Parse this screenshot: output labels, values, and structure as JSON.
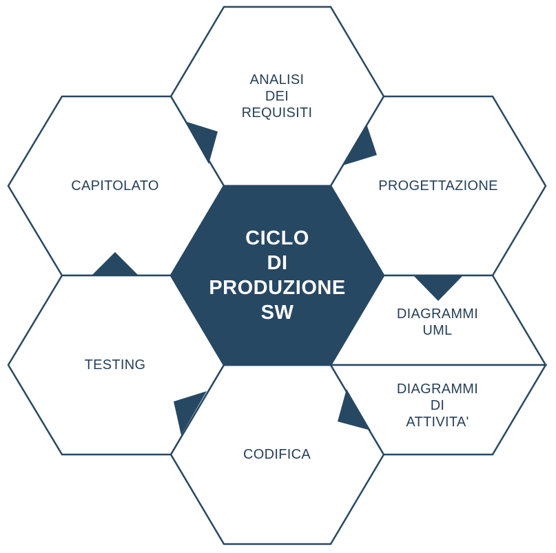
{
  "colors": {
    "accent": "#264863",
    "text": "#26405a",
    "background": "#ffffff"
  },
  "center": {
    "label": "CICLO\nDI\nPRODUZIONE\nSW"
  },
  "hexagons": {
    "analisi": "ANALISI\nDEI\nREQUISITI",
    "capitolato": "CAPITOLATO",
    "progettazione": "PROGETTAZIONE",
    "uml": "DIAGRAMMI\nUML",
    "attivita": "DIAGRAMMI\nDI\nATTIVITA'",
    "testing": "TESTING",
    "codifica": "CODIFICA"
  }
}
